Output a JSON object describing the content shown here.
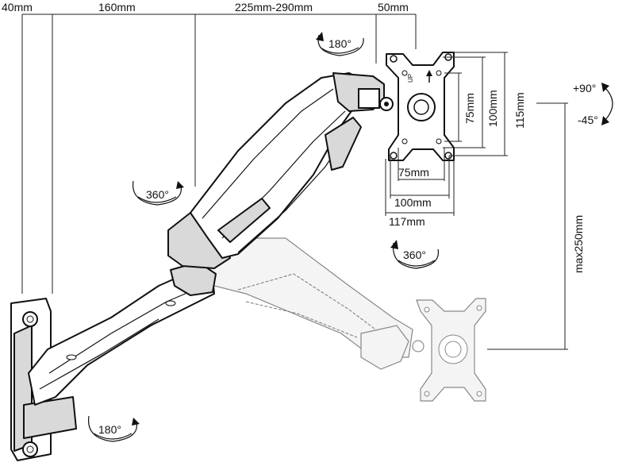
{
  "dimensions": {
    "wall_offset": "40mm",
    "arm_segment_1": "160mm",
    "arm_segment_2": "225mm-290mm",
    "head_offset": "50mm",
    "vesa_height_outer": "115mm",
    "vesa_height_100": "100mm",
    "vesa_height_75": "75mm",
    "vesa_width_75": "75mm",
    "vesa_width_100": "100mm",
    "vesa_width_outer": "117mm",
    "height_travel": "max250mm"
  },
  "rotations": {
    "head_swivel": "180°",
    "mid_joint": "360°",
    "screen_rotation": "360°",
    "wall_joint": "180°"
  },
  "tilt": {
    "up": "+90°",
    "down": "-45°"
  },
  "plate_marks": {
    "up_label": "UP"
  }
}
